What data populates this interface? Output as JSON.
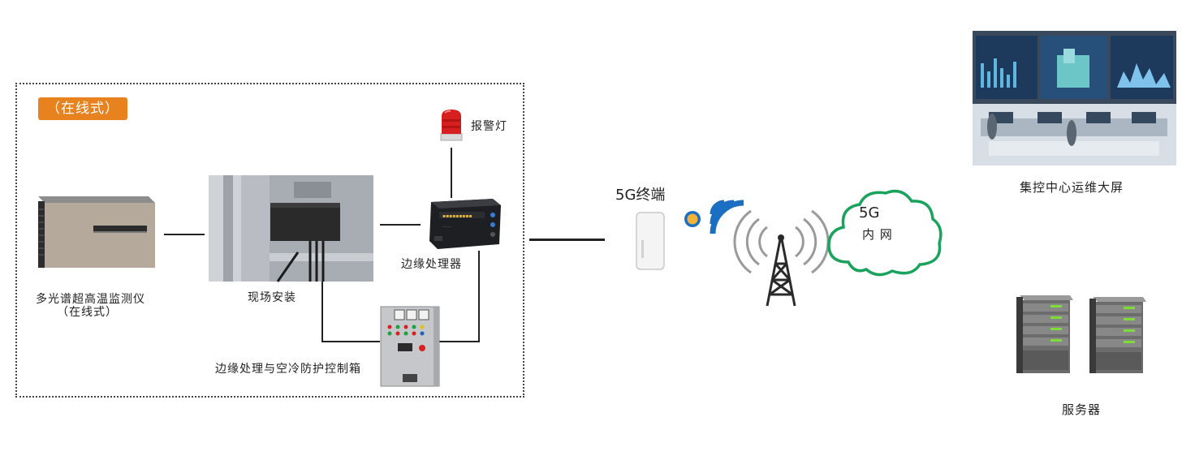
{
  "online_badge": "（在线式）",
  "devices": {
    "monitor_label_line1": "多光谱超高温监测仪",
    "monitor_label_line2": "（在线式）",
    "installation_label": "现场安装",
    "edge_processor_label": "边缘处理器",
    "alarm_label": "报警灯",
    "control_box_label": "边缘处理与空冷防护控制箱"
  },
  "network": {
    "terminal_label": "5G终端",
    "cloud_label_line1": "5G",
    "cloud_label_line2": "内 网"
  },
  "center": {
    "screen_label": "集控中心运维大屏",
    "server_label": "服务器"
  },
  "colors": {
    "badge": "#e8821e",
    "cloud_border": "#1aa35c",
    "wifi_blue": "#1b6fc2",
    "alarm_red": "#d71f1f",
    "server_led": "#7ddc3a"
  }
}
